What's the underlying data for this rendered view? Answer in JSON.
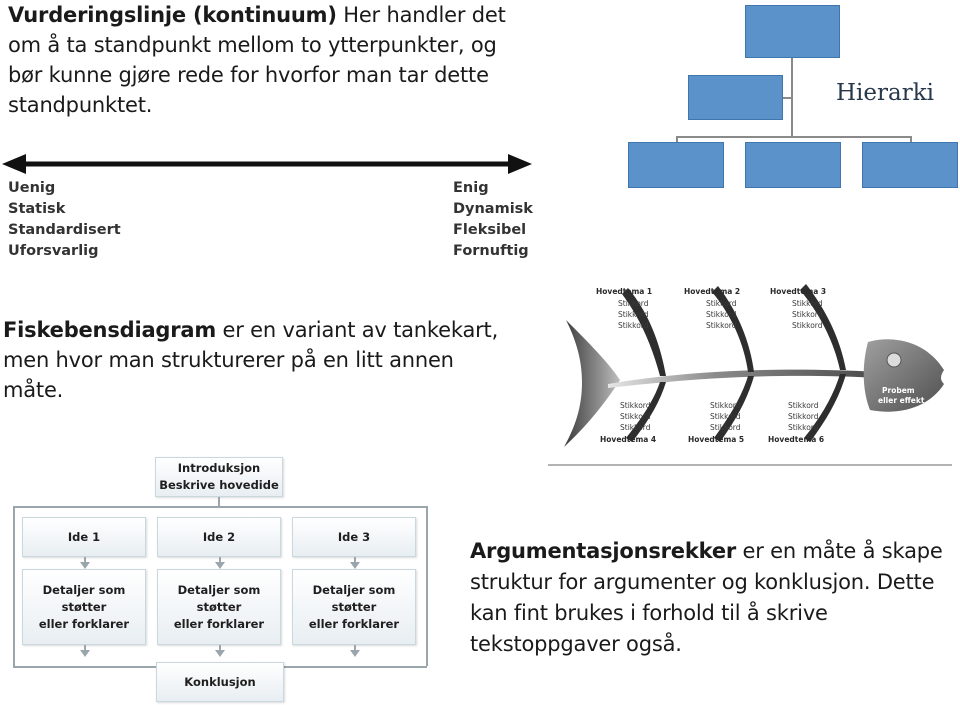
{
  "vurdering": {
    "title": "Vurderingslinje (kontinuum)",
    "text_line1": "Her handler det",
    "text_line2": "om å ta standpunkt mellom to ytterpunkter, og",
    "text_line3": "bør kunne gjøre rede for hvorfor man tar dette",
    "text_line4": "standpunktet.",
    "left_labels": [
      "Uenig",
      "Statisk",
      "Standardisert",
      "Uforsvarlig"
    ],
    "right_labels": [
      "Enig",
      "Dynamisk",
      "Fleksibel",
      "Fornuftig"
    ]
  },
  "hierarki": {
    "label": "Hierarki"
  },
  "fiskebein": {
    "title": "Fiskebensdiagram",
    "text_line1": "er en variant av tankekart,",
    "text_line2": "men hvor man strukturerer på en litt annen",
    "text_line3": "måte.",
    "top_themes": [
      {
        "title": "Hovedtema 1",
        "items": [
          "Stikkord",
          "Stikkord",
          "Stikkord"
        ]
      },
      {
        "title": "Hovedtema 2",
        "items": [
          "Stikkord",
          "Stikkord",
          "Stikkord"
        ]
      },
      {
        "title": "Hovedtema 3",
        "items": [
          "Stikkord",
          "Stikkord",
          "Stikkord"
        ]
      }
    ],
    "bottom_themes": [
      {
        "title": "Hovedtema 4",
        "items": [
          "Stikkord",
          "Stikkord",
          "Stikkord"
        ]
      },
      {
        "title": "Hovedtema 5",
        "items": [
          "Stikkord",
          "Stikkord",
          "Stikkord"
        ]
      },
      {
        "title": "Hovedtema 6",
        "items": [
          "Stikkord",
          "Stikkord",
          "Stikkord"
        ]
      }
    ],
    "head_line1": "Probem",
    "head_line2": "eller effekt"
  },
  "argument": {
    "intro_line1": "Introduksjon",
    "intro_line2": "Beskrive hovedide",
    "ideas": [
      "Ide 1",
      "Ide 2",
      "Ide 3"
    ],
    "detail_line1": "Detaljer som støtter",
    "detail_line2": "eller forklarer",
    "conclusion": "Konklusjon",
    "title": "Argumentasjonsrekker",
    "text_line1": "er en måte å skape",
    "text_line2": "struktur for argumenter og konklusjon. Dette",
    "text_line3": "kan fint brukes i forhold til å skrive",
    "text_line4": "tekstoppgaver også."
  }
}
